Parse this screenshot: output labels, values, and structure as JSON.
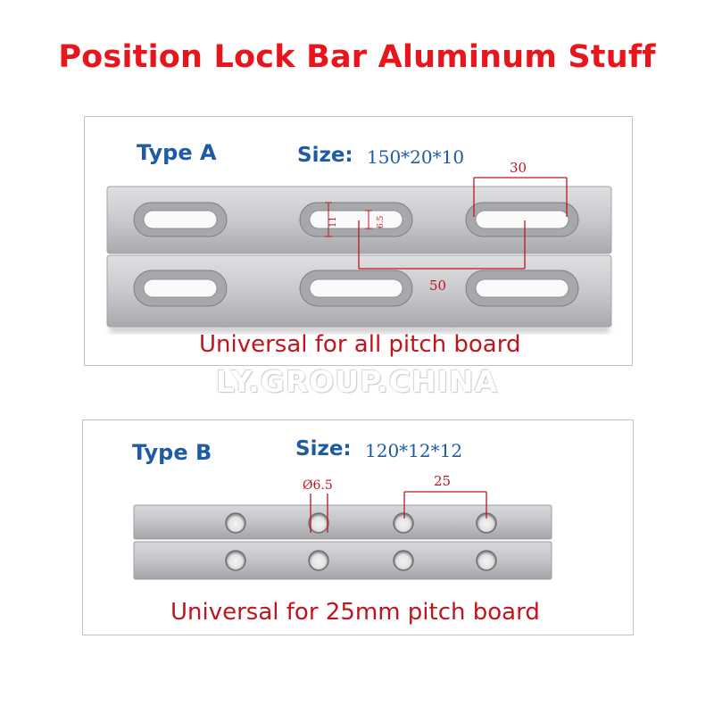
{
  "title": "Position Lock Bar Aluminum Stuff",
  "type_a": {
    "label": "Type A",
    "size_label": "Size:",
    "size_value": "150*20*10",
    "dim_slot_spacing": "30",
    "dim_slot_pitch": "50",
    "dim_height_11": "11",
    "dim_height_6_5": "6.5",
    "caption": "Universal for all pitch board"
  },
  "watermark": "LY.GROUP.CHINA",
  "type_b": {
    "label": "Type B",
    "size_label": "Size:",
    "size_value": "120*12*12",
    "dim_hole_diameter": "Ø6.5",
    "dim_hole_pitch": "25",
    "caption": "Universal for 25mm pitch board"
  },
  "colors": {
    "title_red": "#e8161c",
    "label_blue": "#1f5aa5",
    "caption_red": "#c0151c",
    "dimension_red": "#c0151c",
    "panel_border": "#b7c4d6"
  }
}
